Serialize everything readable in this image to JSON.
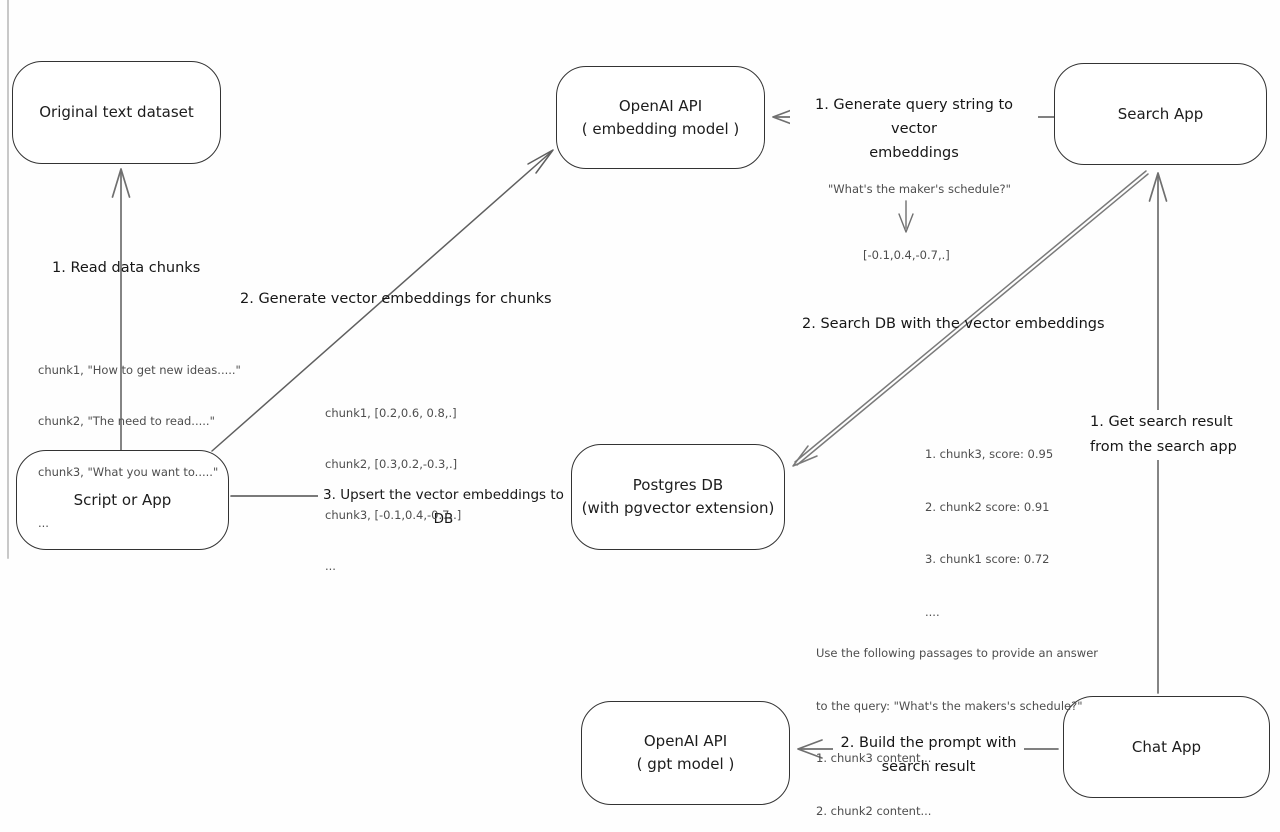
{
  "diagram": {
    "nodes": {
      "original_dataset": {
        "label": "Original text dataset"
      },
      "openai_embedding": {
        "title": "OpenAI API",
        "subtitle": "( embedding model )"
      },
      "search_app": {
        "label": "Search App"
      },
      "script_or_app": {
        "label": "Script or App"
      },
      "postgres_db": {
        "title": "Postgres DB",
        "subtitle": "(with pgvector extension)"
      },
      "openai_gpt": {
        "title": "OpenAI API",
        "subtitle": "( gpt model )"
      },
      "chat_app": {
        "label": "Chat App"
      }
    },
    "edge_labels": {
      "read_chunks": "1. Read data chunks",
      "generate_embeddings": "2. Generate vector embeddings for chunks",
      "upsert_embeddings": "3. Upsert the vector embeddings to DB",
      "query_to_vector_line1": "1. Generate query string to vector",
      "query_to_vector_line2": "embeddings",
      "search_db": "2. Search DB with the vector embeddings",
      "get_result_line1": "1. Get search result",
      "get_result_line2": "from the search app",
      "build_prompt_line1": "2. Build the prompt with",
      "build_prompt_line2": "search result"
    },
    "annotations": {
      "chunk_texts": [
        "chunk1, \"How to get new ideas.....\"",
        "chunk2, \"The need to read.....\"",
        "chunk3, \"What you want to.....\"",
        "..."
      ],
      "chunk_vectors": [
        "chunk1, [0.2,0.6, 0.8,.]",
        "chunk2, [0.3,0.2,-0.3,.]",
        "chunk3, [-0.1,0.4,-0.7,.]",
        "..."
      ],
      "query_string": "\"What's the maker's schedule?\"",
      "query_vector": "[-0.1,0.4,-0.7,.]",
      "search_scores": [
        "1. chunk3, score: 0.95",
        "2. chunk2 score: 0.91",
        "3. chunk1 score: 0.72",
        "...."
      ],
      "prompt_preview": [
        "Use the following passages to provide an answer",
        "to the query: \"What's the makers's schedule?\"",
        "1. chunk3 content...",
        "2. chunk2 content..."
      ]
    },
    "colors": {
      "box_border": "#333333",
      "box_text": "#1d1d1d",
      "arrow": "#6f6f6f",
      "label_text": "#161616",
      "annotation_text": "#4d4d4d",
      "canvas_edge": "#c8c8c8",
      "background": "#fefefe"
    }
  }
}
